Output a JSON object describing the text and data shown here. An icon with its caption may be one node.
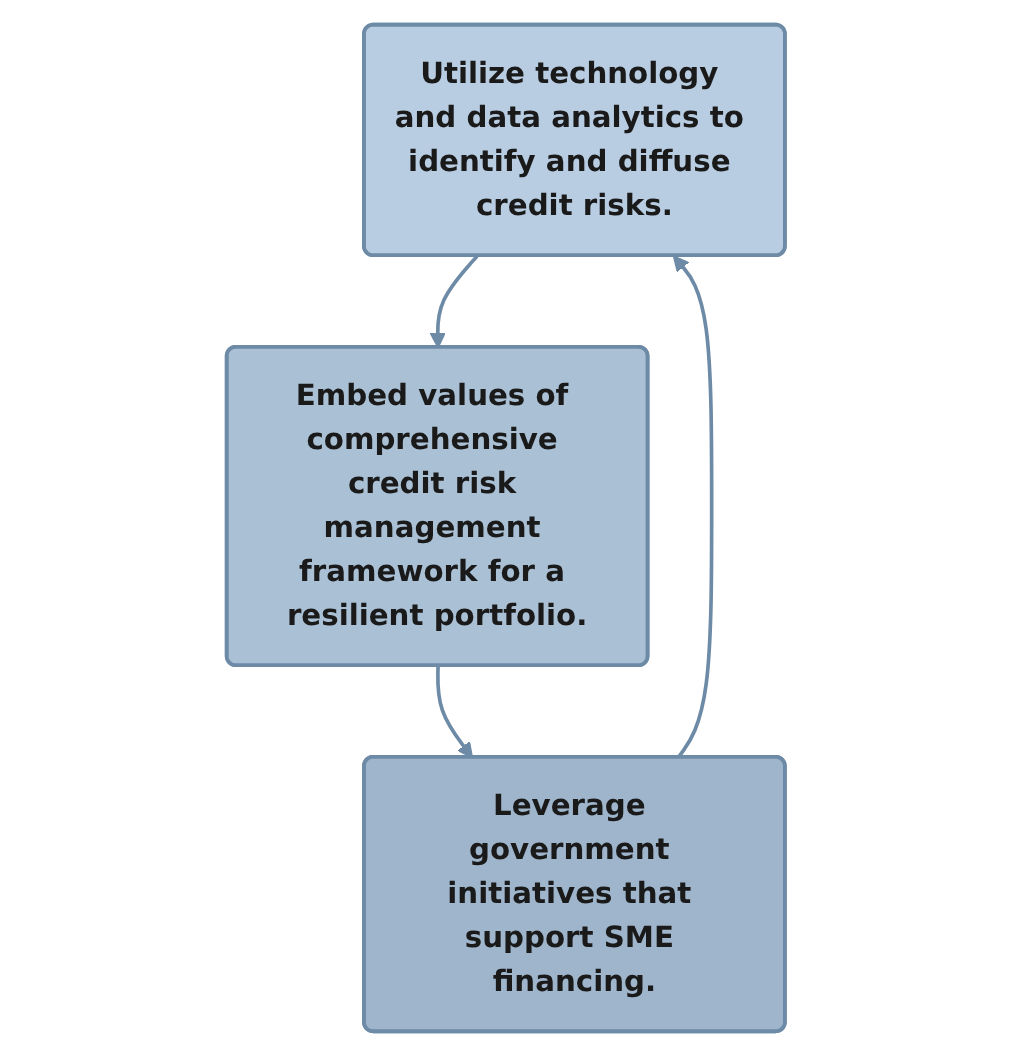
{
  "diagram": {
    "nodes": [
      {
        "text": [
          "Utilize technology and data analytics to identify and diffuse credit risks."
        ]
      },
      {
        "text": [
          "Embed values of comprehensive credit risk management framework for a resilient portfolio."
        ]
      },
      {
        "text": [
          "Leverage government initiatives that support SME financing."
        ]
      }
    ],
    "edges": [
      {
        "from": 0,
        "to": 1,
        "arrow": "to"
      },
      {
        "from": 1,
        "to": 2,
        "arrow": "to"
      },
      {
        "from": 2,
        "to": 0,
        "arrow": "to"
      }
    ]
  }
}
